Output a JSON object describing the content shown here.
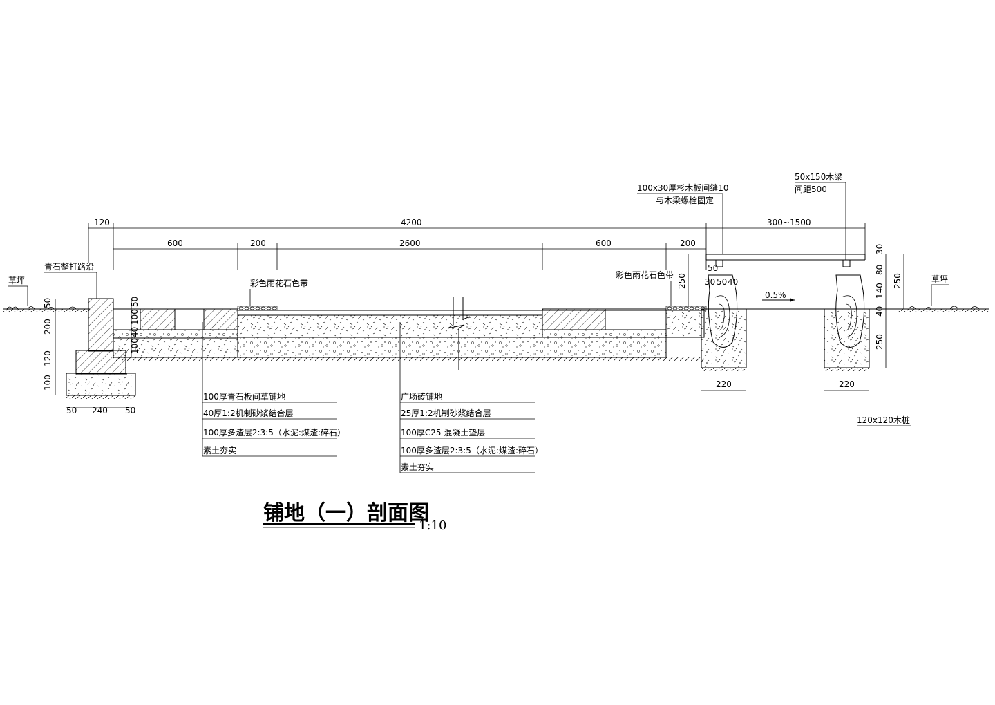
{
  "drawing": {
    "title": "铺地（一）剖面图",
    "scale": "1:10",
    "slope": "0.5%",
    "labels": {
      "grass_left": "草坪",
      "grass_right": "草坪",
      "curb": "青石整打路沿",
      "band_left": "彩色雨花石色带",
      "band_right": "彩色雨花石色带",
      "deck_board_line1": "100x30厚杉木板间缝10",
      "deck_board_line2": "与木梁螺栓固定",
      "beam_line1": "50x150木梁",
      "beam_line2": "间距500",
      "post": "120x120木桩"
    },
    "dimensions": {
      "top_overall": [
        "120",
        "4200",
        "300~1500"
      ],
      "top_segments": [
        "600",
        "200",
        "2600",
        "600",
        "200"
      ],
      "left_vertical": [
        "50",
        "200",
        "120",
        "100"
      ],
      "curb_layers": [
        "50",
        "100",
        "40",
        "100"
      ],
      "curb_base": [
        "50",
        "240",
        "50"
      ],
      "deck_left_vertical": [
        "250",
        "50",
        "30",
        "50",
        "40"
      ],
      "deck_right_vertical": [
        "30",
        "80",
        "140",
        "40",
        "250",
        "250"
      ],
      "post_widths": [
        "220",
        "220"
      ]
    },
    "callout_left": [
      "100厚青石板间草铺地",
      "40厚1:2机制砂浆结合层",
      "100厚多渣层2:3:5（水泥:煤渣:碎石）",
      "素土夯实"
    ],
    "callout_right": [
      "广场砖铺地",
      "25厚1:2机制砂浆结合层",
      "100厚C25    混凝土垫层",
      "100厚多渣层2:3:5（水泥:煤渣:碎石）",
      "素土夯实"
    ]
  }
}
